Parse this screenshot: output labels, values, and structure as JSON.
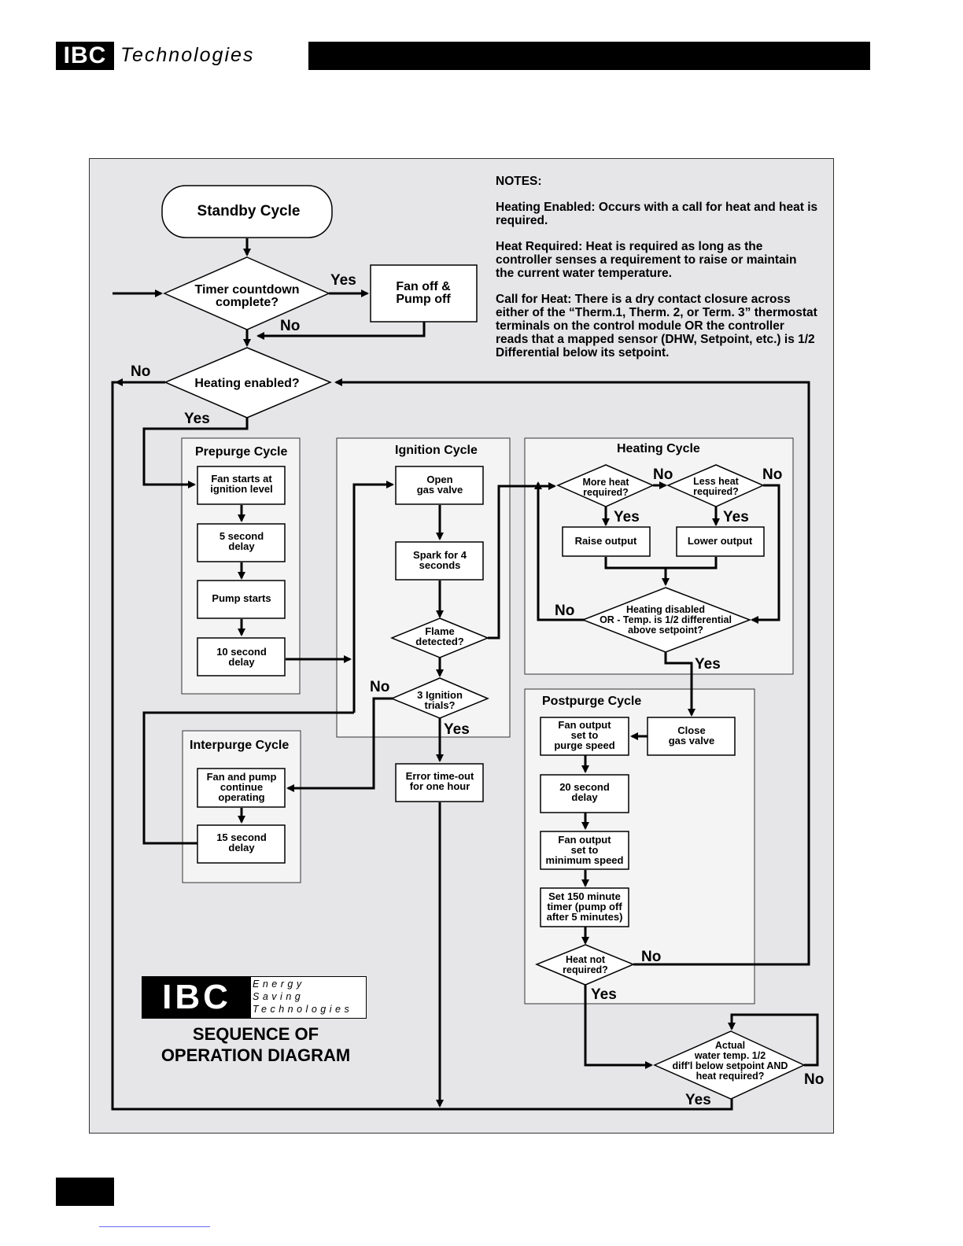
{
  "header": {
    "logo": "IBC",
    "brand": "Technologies"
  },
  "notes": {
    "title": "NOTES:",
    "items": [
      "Heating Enabled: Occurs with a call for heat and heat is required.",
      "Heat Required: Heat is required as long as the controller senses a requirement to raise or maintain the current water temperature.",
      "Call for Heat: There is a dry contact closure across either of the “Therm.1, Therm. 2, or Term. 3” thermostat terminals on the control module OR the controller reads that a mapped sensor (DHW, Setpoint, etc.) is 1/2 Differential below its setpoint."
    ]
  },
  "brand_box": {
    "logo": "IBC",
    "lines": [
      "Energy",
      "Saving",
      "Technologies"
    ],
    "caption_line1": "SEQUENCE OF",
    "caption_line2": "OPERATION DIAGRAM"
  },
  "groups": {
    "prepurge": "Prepurge Cycle",
    "ignition": "Ignition Cycle",
    "heating": "Heating Cycle",
    "postpurge": "Postpurge Cycle",
    "interpurge": "Interpurge Cycle"
  },
  "nodes": {
    "standby": "Standby Cycle",
    "timer_1": "Timer countdown",
    "timer_2": "complete?",
    "fanoff_1": "Fan off &",
    "fanoff_2": "Pump off",
    "heat_en": "Heating enabled?",
    "fan_starts_1": "Fan starts at",
    "fan_starts_2": "ignition level",
    "delay5_1": "5 second",
    "delay5_2": "delay",
    "pump_starts": "Pump starts",
    "delay10_1": "10 second",
    "delay10_2": "delay",
    "open_gas_1": "Open",
    "open_gas_2": "gas valve",
    "spark_1": "Spark for 4",
    "spark_2": "seconds",
    "flame_1": "Flame",
    "flame_2": "detected?",
    "trials_1": "3 Ignition",
    "trials_2": "trials?",
    "error_1": "Error time-out",
    "error_2": "for one hour",
    "fanpump_1": "Fan and pump",
    "fanpump_2": "continue",
    "fanpump_3": "operating",
    "delay15_1": "15 second",
    "delay15_2": "delay",
    "more_heat_1": "More heat",
    "more_heat_2": "required?",
    "less_heat_1": "Less heat",
    "less_heat_2": "required?",
    "raise": "Raise output",
    "lower": "Lower output",
    "disabled_1": "Heating disabled",
    "disabled_2": "OR - Temp. is 1/2 differential",
    "disabled_3": "above setpoint?",
    "close_gas_1": "Close",
    "close_gas_2": "gas valve",
    "purge_1": "Fan output",
    "purge_2": "set to",
    "purge_3": "purge speed",
    "delay20_1": "20 second",
    "delay20_2": "delay",
    "minspeed_1": "Fan output",
    "minspeed_2": "set to",
    "minspeed_3": "minimum speed",
    "timer150_1": "Set 150 minute",
    "timer150_2": "timer (pump off",
    "timer150_3": "after 5 minutes)",
    "notreq_1": "Heat not",
    "notreq_2": "required?",
    "actual_1": "Actual",
    "actual_2": "water temp. 1/2",
    "actual_3": "diff'l below setpoint AND",
    "actual_4": "heat required?"
  },
  "edge_labels": {
    "yes": "Yes",
    "no": "No"
  }
}
